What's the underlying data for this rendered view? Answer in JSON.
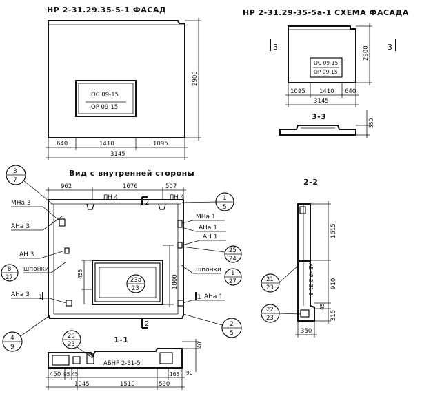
{
  "titles": {
    "facade": "НР 2-31.29.35-5-1 ФАСАД",
    "scheme": "НР 2-31.29-35-5а-1 СХЕМА ФАСАДА",
    "inner_view": "Вид с внутренней стороны",
    "section_2": "2-2",
    "section_1": "1-1",
    "section_3": "3-3"
  },
  "window_labels": {
    "oc": "ОС 09-15",
    "op": "ОР 09-15"
  },
  "facade_dims": {
    "width": "3145",
    "height": "2900",
    "left": "640",
    "mid": "1410",
    "right": "1095"
  },
  "scheme_dims": {
    "width": "3145",
    "height": "2900",
    "left": "1095",
    "mid": "1410",
    "right": "640",
    "cut_left": "3",
    "cut_right": "3"
  },
  "section3_dims": {
    "height": "350"
  },
  "inner_dims": {
    "top_left": "962",
    "top_mid": "1676",
    "top_right": "507",
    "opening": "1800",
    "sill": "455",
    "pn4_a": "ПН 4",
    "pn4_b": "ПН 4",
    "cut_top": "2",
    "cut_bottom": "2",
    "cut_left": "1",
    "cut_right": "1"
  },
  "inner_labels": {
    "mna3": "МНа 3",
    "ana3": "АНа 3",
    "an3": "АН 3",
    "shponki_l": "шпонки",
    "ana3_b": "АНа 3",
    "mna1": "МНа 1",
    "ana1": "АНа 1",
    "an1": "АН 1",
    "shponki_r": "шпонки",
    "ana1_b": "АНа 1"
  },
  "callouts": [
    {
      "top": "3",
      "bottom": "7"
    },
    {
      "top": "8",
      "bottom": "27"
    },
    {
      "top": "4",
      "bottom": "9"
    },
    {
      "top": "1",
      "bottom": "5"
    },
    {
      "top": "25",
      "bottom": "24"
    },
    {
      "top": "1",
      "bottom": "27"
    },
    {
      "top": "2",
      "bottom": "5"
    },
    {
      "top": "23а",
      "bottom": "23"
    },
    {
      "top": "23",
      "bottom": "23"
    },
    {
      "top": "21",
      "bottom": "23"
    },
    {
      "top": "22",
      "bottom": "23"
    }
  ],
  "section1_dims": {
    "d450": "450",
    "d95": "95",
    "d45": "45",
    "d1045": "1045",
    "d1510": "1510",
    "d165": "165",
    "d590": "590",
    "d40": "40",
    "d90": "90",
    "label": "АБНР 2-31-5"
  },
  "section2_dims": {
    "h1615": "1615",
    "h910": "910",
    "h45": "45",
    "h315": "315",
    "w350": "350",
    "label": "АБНР 2-31-5"
  }
}
